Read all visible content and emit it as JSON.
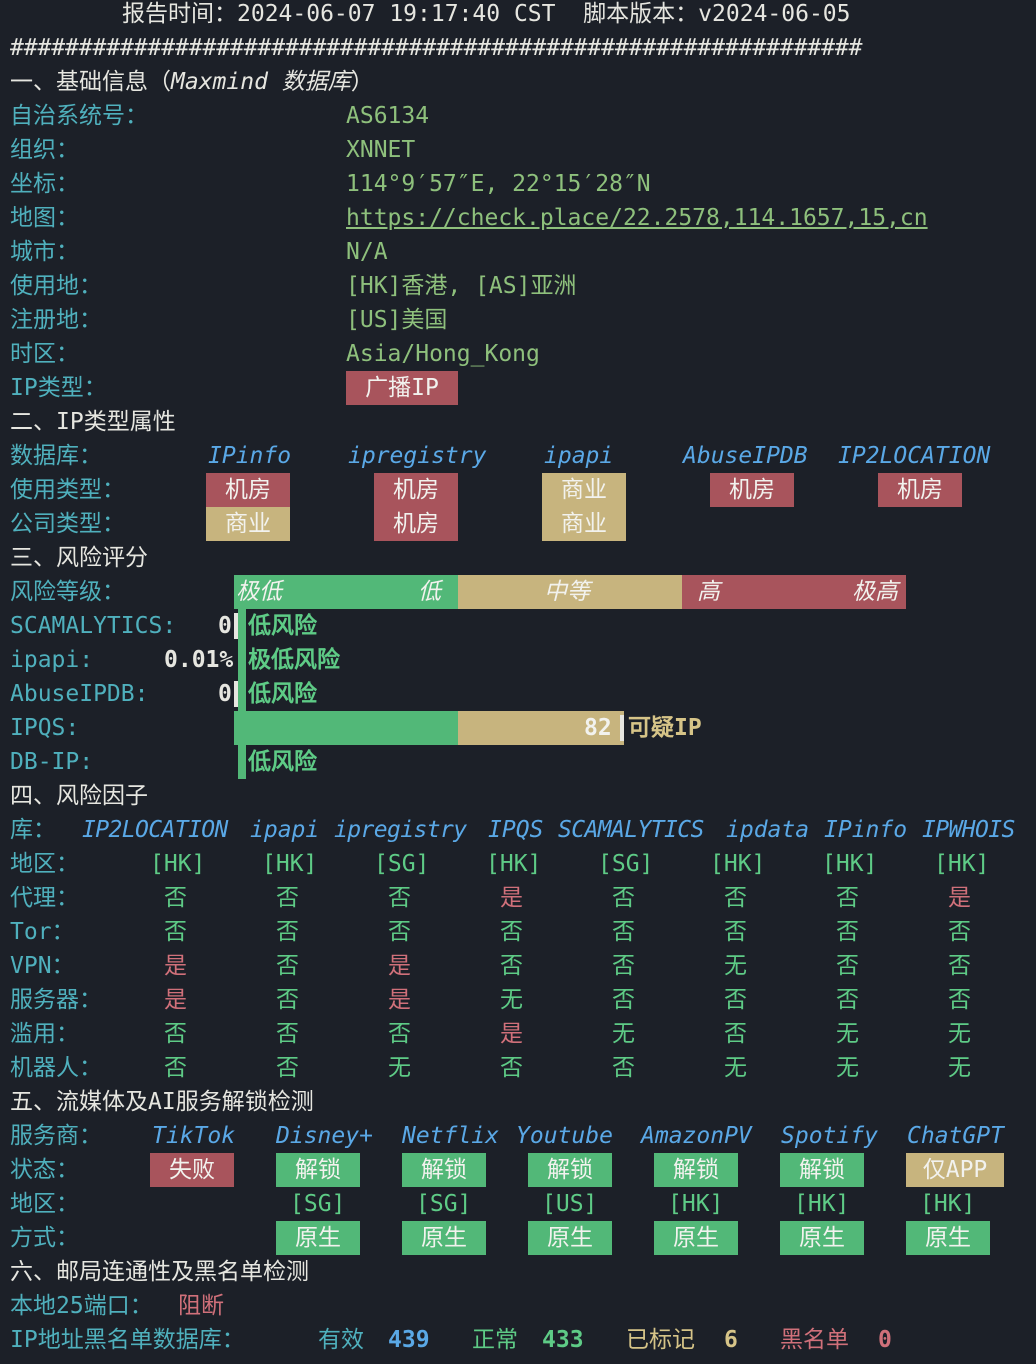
{
  "header": {
    "report_line": "报告时间：2024-06-07 19:17:40 CST  脚本版本：v2024-06-05",
    "separator": "##############################################################"
  },
  "sec1": {
    "title_a": "一、基础信息（",
    "title_b": "Maxmind 数据库",
    "title_c": "）",
    "rows": [
      {
        "label": "自治系统号：",
        "value": "AS6134"
      },
      {
        "label": "组织：",
        "value": "XNNET"
      },
      {
        "label": "坐标：",
        "value": "114°9′57″E, 22°15′28″N"
      },
      {
        "label": "地图：",
        "value": "https://check.place/22.2578,114.1657,15,cn"
      },
      {
        "label": "城市：",
        "value": "N/A"
      },
      {
        "label": "使用地：",
        "value": "[HK]香港, [AS]亚洲"
      },
      {
        "label": "注册地：",
        "value": "[US]美国"
      },
      {
        "label": "时区：",
        "value": "Asia/Hong_Kong"
      },
      {
        "label": "IP类型：",
        "value": "广播IP"
      }
    ]
  },
  "sec2": {
    "title": "二、IP类型属性",
    "db_label": "数据库：",
    "usage_label": "使用类型：",
    "company_label": "公司类型：",
    "dbs": [
      "IPinfo",
      "ipregistry",
      "ipapi",
      "AbuseIPDB",
      "IP2LOCATION"
    ],
    "usage": [
      "机房",
      "机房",
      "商业",
      "机房",
      "机房"
    ],
    "company": [
      "商业",
      "机房",
      "商业"
    ]
  },
  "sec3": {
    "title": "三、风险评分",
    "level_label": "风险等级：",
    "scale": [
      "极低",
      "低",
      "中等",
      "高",
      "极高"
    ],
    "scores": [
      {
        "label": "SCAMALYTICS:",
        "value": "0",
        "verdict": "低风险"
      },
      {
        "label": "ipapi:",
        "value": "0.01%",
        "verdict": "极低风险"
      },
      {
        "label": "AbuseIPDB:",
        "value": "0",
        "verdict": "低风险"
      },
      {
        "label": "IPQS:",
        "value": "82",
        "verdict": "可疑IP",
        "level": 82
      },
      {
        "label": "DB-IP:",
        "value": "",
        "verdict": "低风险"
      }
    ]
  },
  "sec4": {
    "title": "四、风险因子",
    "lib_label": "库：",
    "dbs": [
      "IP2LOCATION",
      "ipapi",
      "ipregistry",
      "IPQS",
      "SCAMALYTICS",
      "ipdata",
      "IPinfo",
      "IPWHOIS"
    ],
    "rows": [
      {
        "label": "地区：",
        "cells": [
          "[HK]",
          "[HK]",
          "[SG]",
          "[HK]",
          "[SG]",
          "[HK]",
          "[HK]",
          "[HK]"
        ]
      },
      {
        "label": "代理：",
        "cells": [
          "否",
          "否",
          "否",
          "是",
          "否",
          "否",
          "否",
          "是"
        ]
      },
      {
        "label": "Tor：",
        "cells": [
          "否",
          "否",
          "否",
          "否",
          "否",
          "否",
          "否",
          "否"
        ]
      },
      {
        "label": "VPN：",
        "cells": [
          "是",
          "否",
          "是",
          "否",
          "否",
          "无",
          "否",
          "否"
        ]
      },
      {
        "label": "服务器：",
        "cells": [
          "是",
          "否",
          "是",
          "无",
          "否",
          "否",
          "否",
          "否"
        ]
      },
      {
        "label": "滥用：",
        "cells": [
          "否",
          "否",
          "否",
          "是",
          "无",
          "否",
          "无",
          "无"
        ]
      },
      {
        "label": "机器人：",
        "cells": [
          "否",
          "否",
          "无",
          "否",
          "否",
          "无",
          "无",
          "无"
        ]
      }
    ]
  },
  "sec5": {
    "title": "五、流媒体及AI服务解锁检测",
    "svc_label": "服务商：",
    "status_label": "状态：",
    "region_label": "地区：",
    "method_label": "方式：",
    "services": [
      "TikTok",
      "Disney+",
      "Netflix",
      "Youtube",
      "AmazonPV",
      "Spotify",
      "ChatGPT"
    ],
    "status": [
      "失败",
      "解锁",
      "解锁",
      "解锁",
      "解锁",
      "解锁",
      "仅APP"
    ],
    "regions": [
      "",
      "[SG]",
      "[SG]",
      "[US]",
      "[HK]",
      "[HK]",
      "[HK]"
    ],
    "methods": [
      "",
      "原生",
      "原生",
      "原生",
      "原生",
      "原生",
      "原生"
    ]
  },
  "sec6": {
    "title": "六、邮局连通性及黑名单检测",
    "port_label": "本地25端口：",
    "port_value": "阻断",
    "bl_label": "IP地址黑名单数据库：",
    "valid_label": "有效",
    "valid": "439",
    "normal_label": "正常",
    "normal": "433",
    "marked_label": "已标记",
    "marked": "6",
    "black_label": "黑名单",
    "black": "0"
  },
  "colors": {
    "background": "#1c2028",
    "label": "#4fb0bd",
    "value": "#8ec07c",
    "red_box": "#a8545c",
    "tan_box": "#c7b47e",
    "green_box": "#52b878"
  }
}
